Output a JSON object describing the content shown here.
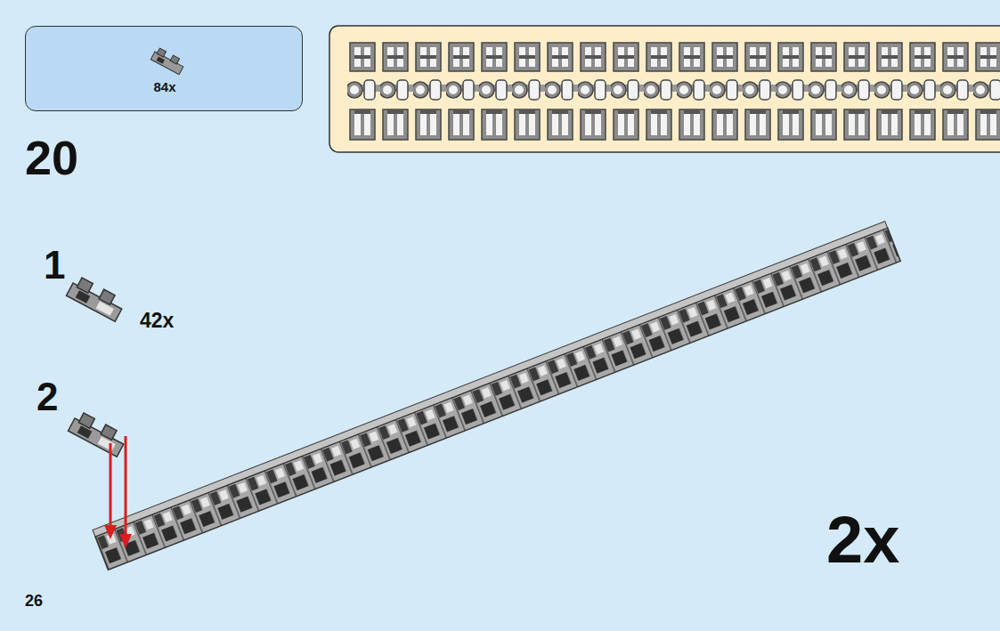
{
  "diagram": {
    "nodes": [
      {
        "text": [
          "84x"
        ]
      }
    ],
    "labels": [
      "20",
      "1",
      "42x",
      "2",
      "2x",
      "26"
    ]
  }
}
